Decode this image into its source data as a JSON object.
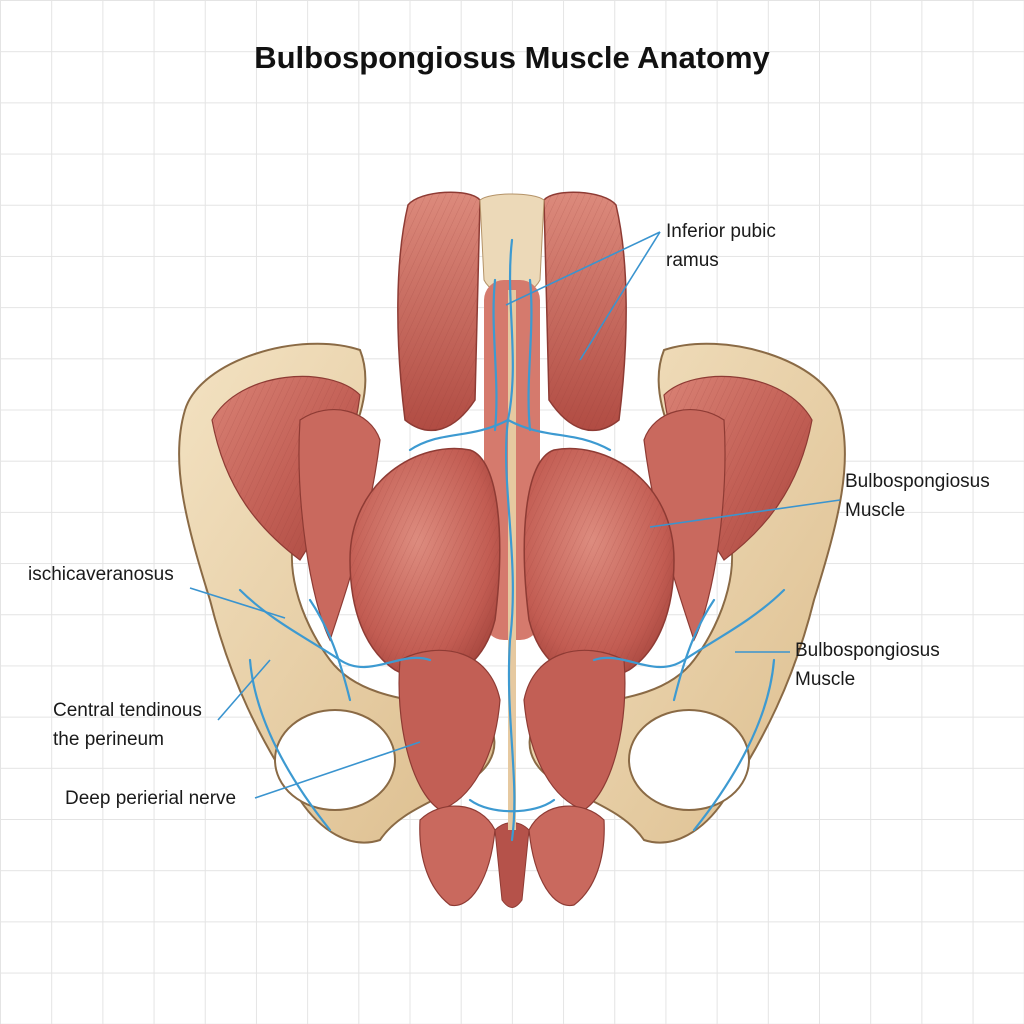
{
  "title": "Bulbospongiosus Muscle Anatomy",
  "colors": {
    "muscle": "#c9695e",
    "muscle_dark": "#9c3e36",
    "bone": "#e8cfa6",
    "bone_outline": "#8a6a45",
    "nerve": "#3d9ad1",
    "leader": "#3a94cf"
  },
  "labels": {
    "inferior_pubic_ramus": {
      "line1": "Inferior pubic",
      "line2": "ramus"
    },
    "bulbospongiosus_upper": {
      "line1": "Bulbospongiosus",
      "line2": "Muscle"
    },
    "bulbospongiosus_lower": {
      "line1": "Bulbospongiosus",
      "line2": "Muscle"
    },
    "ischiocavernosus": {
      "line1": "ischicaveranosus"
    },
    "central_tendon": {
      "line1": "Central tendinous",
      "line2": "the perineum"
    },
    "deep_perineal_nerve": {
      "line1": "Deep perierial nerve"
    }
  }
}
